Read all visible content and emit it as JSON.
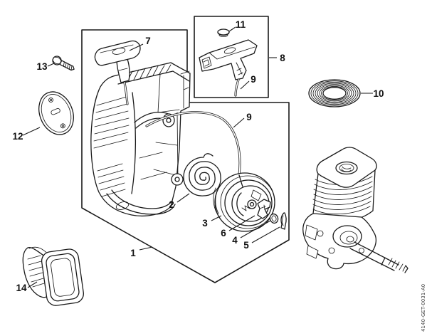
{
  "diagram": {
    "type": "exploded-parts-diagram",
    "watermark": "4140-GET-0031-A0",
    "colors": {
      "line": "#1a1a1a",
      "background": "#ffffff"
    },
    "callouts": {
      "c1": {
        "label": "1"
      },
      "c2": {
        "label": "2"
      },
      "c3": {
        "label": "3"
      },
      "c4": {
        "label": "4"
      },
      "c5": {
        "label": "5"
      },
      "c6": {
        "label": "6"
      },
      "c7": {
        "label": "7"
      },
      "c8": {
        "label": "8"
      },
      "c9_main": {
        "label": "9"
      },
      "c9_inset": {
        "label": "9"
      },
      "c10": {
        "label": "10"
      },
      "c11": {
        "label": "11"
      },
      "c12": {
        "label": "12"
      },
      "c13": {
        "label": "13"
      },
      "c14": {
        "label": "14"
      }
    }
  }
}
